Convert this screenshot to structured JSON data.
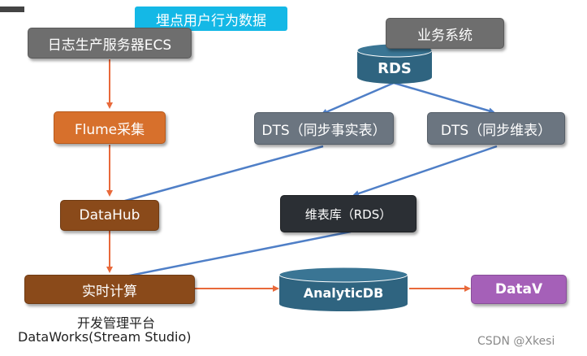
{
  "diagram": {
    "tag": "埋点用户行为数据",
    "log_server": "日志生产服务器ECS",
    "business_system": "业务系统",
    "rds": "RDS",
    "flume": "Flume采集",
    "dts_fact": "DTS（同步事实表）",
    "dts_dim": "DTS（同步维表）",
    "datahub": "DataHub",
    "dim_db": "维表库（RDS）",
    "realtime": "实时计算",
    "analyticdb": "AnalyticDB",
    "datav": "DataV",
    "platform_line1": "开发管理平台",
    "platform_line2": "DataWorks(Stream Studio)",
    "watermark": "CSDN @Xkesi"
  },
  "colors": {
    "orange_arrow": "#e8693a",
    "blue_arrow": "#4f7fc7",
    "cylinder": "#2f6480",
    "cylinder_top": "#3a7594"
  }
}
